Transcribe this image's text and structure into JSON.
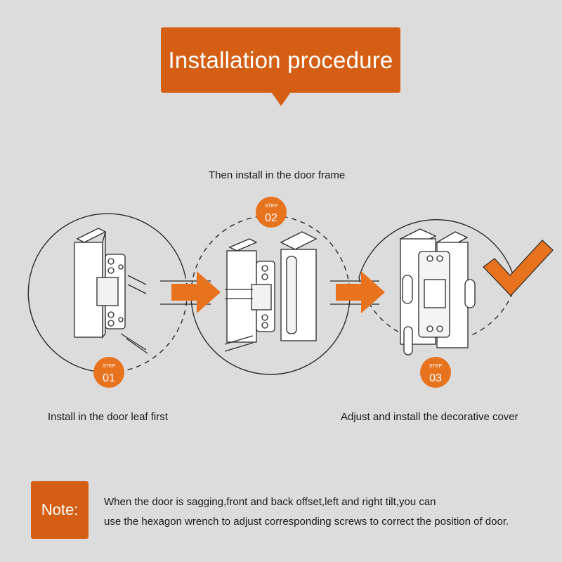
{
  "header": {
    "title": "Installation procedure"
  },
  "steps": [
    {
      "word": "STEP",
      "number": "01",
      "caption": "Install in the door leaf first"
    },
    {
      "word": "STEP",
      "number": "02",
      "caption": "Then install in the door frame"
    },
    {
      "word": "STEP",
      "number": "03",
      "caption": "Adjust and install the decorative cover"
    }
  ],
  "note": {
    "label": "Note:",
    "line1": "When the door is sagging,front and back offset,left and right tilt,you can",
    "line2": "use the hexagon wrench to adjust corresponding screws to correct the position of door."
  },
  "colors": {
    "accent": "#d45f14",
    "background": "#dcdcdc",
    "line": "#2a2a2a"
  },
  "icons": [
    "hinge-icon",
    "arrow-right-icon",
    "checkmark-icon"
  ]
}
